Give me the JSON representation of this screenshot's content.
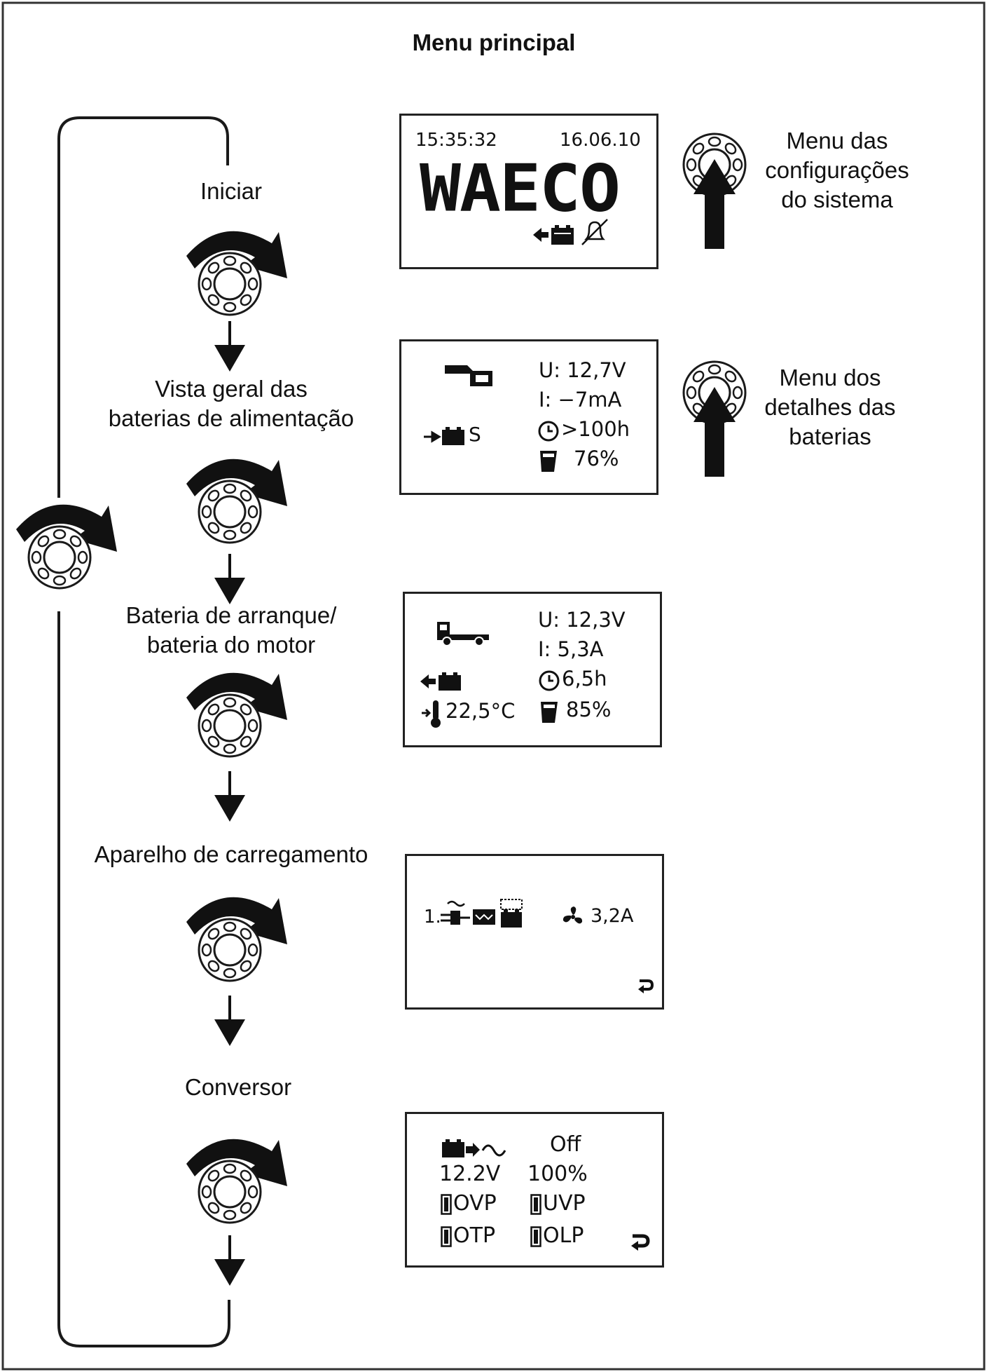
{
  "title": "Menu principal",
  "side_labels": {
    "system_settings": [
      "Menu das",
      "configurações",
      "do sistema"
    ],
    "battery_details": [
      "Menu dos",
      "detalhes das",
      "baterias"
    ]
  },
  "steps": {
    "start": [
      "Iniciar"
    ],
    "service_batteries": [
      "Vista geral das",
      "baterias de alimentação"
    ],
    "starter_battery": [
      "Bateria de arranque/",
      "bateria do motor"
    ],
    "charger": [
      "Aparelho de carregamento"
    ],
    "inverter": [
      "Conversor"
    ]
  },
  "screens": {
    "start": {
      "time": "15:35:32",
      "date": "16.06.10",
      "logo": "WAECO",
      "icons": [
        "battery-arrow-icon",
        "bell-off-icon"
      ]
    },
    "service_batteries": {
      "voltage": "U: 12,7V",
      "current": "I:  −7mA",
      "time_left": ">100h",
      "charge": "76%",
      "status": "S",
      "icons": [
        "caravan-icon",
        "battery-arrow-icon",
        "clock-icon",
        "fuel-gauge-icon"
      ]
    },
    "starter_battery": {
      "voltage": "U:  12,3V",
      "current": "I:  5,3A",
      "time_left": "6,5h",
      "charge": "85%",
      "temperature": "22,5°C",
      "icons": [
        "truck-icon",
        "battery-arrow-icon",
        "thermometer-icon",
        "clock-icon",
        "fuel-gauge-icon"
      ]
    },
    "charger": {
      "index": "1.",
      "current": "3,2A",
      "icons": [
        "plug-icon",
        "battery-icon",
        "fan-icon",
        "return-icon"
      ]
    },
    "inverter": {
      "state": "Off",
      "voltage": "12.2V",
      "percent": "100%",
      "flags": [
        "OVP",
        "UVP",
        "OTP",
        "OLP"
      ],
      "icons": [
        "battery-to-ac-icon",
        "indicator-icon",
        "return-icon"
      ]
    }
  },
  "colors": {
    "stroke": "#1a1a1a",
    "background": "#ffffff"
  }
}
